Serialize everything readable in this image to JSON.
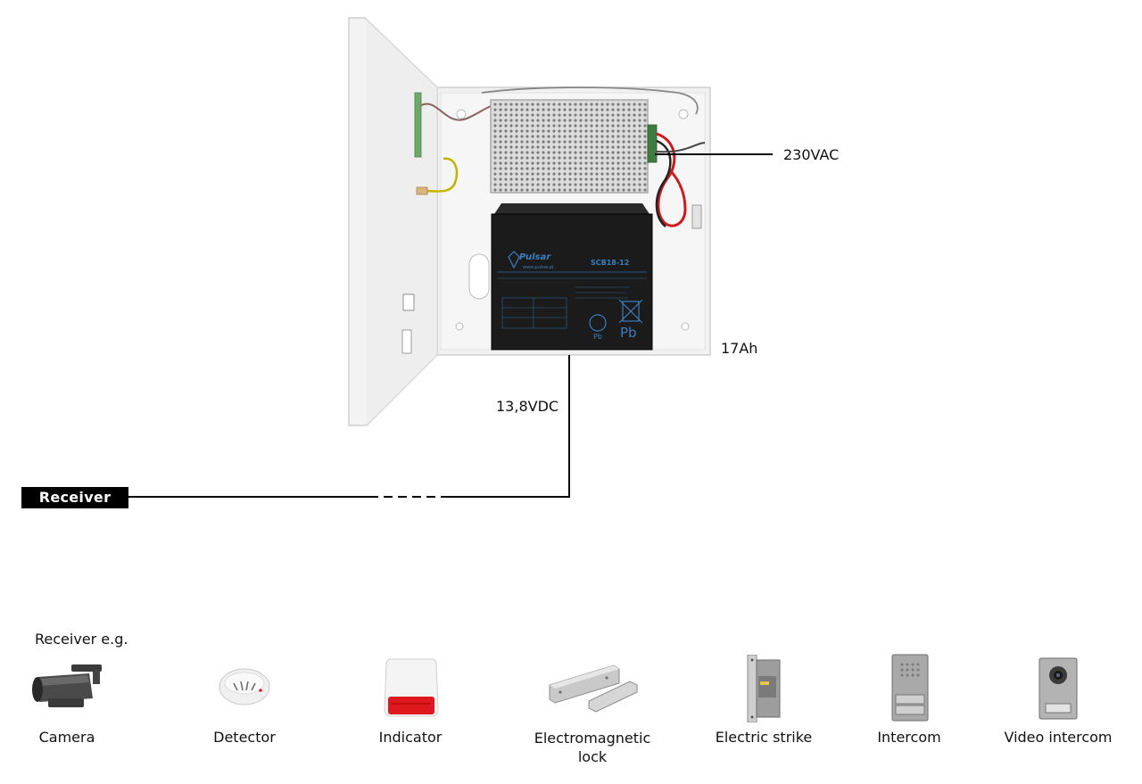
{
  "labels": {
    "ac_input": "230VAC",
    "battery_capacity": "17Ah",
    "dc_output": "13,8VDC",
    "receiver": "Receiver",
    "receiver_examples": "Receiver e.g."
  },
  "battery": {
    "brand": "Pulsar",
    "model": "SCB18-12",
    "url": "www.pulsar.pl",
    "mark": "Pb"
  },
  "devices": [
    {
      "name": "Camera"
    },
    {
      "name": "Detector"
    },
    {
      "name": "Indicator"
    },
    {
      "name": "Electromagnetic lock"
    },
    {
      "name": "Electric strike"
    },
    {
      "name": "Intercom"
    },
    {
      "name": "Video intercom"
    }
  ]
}
